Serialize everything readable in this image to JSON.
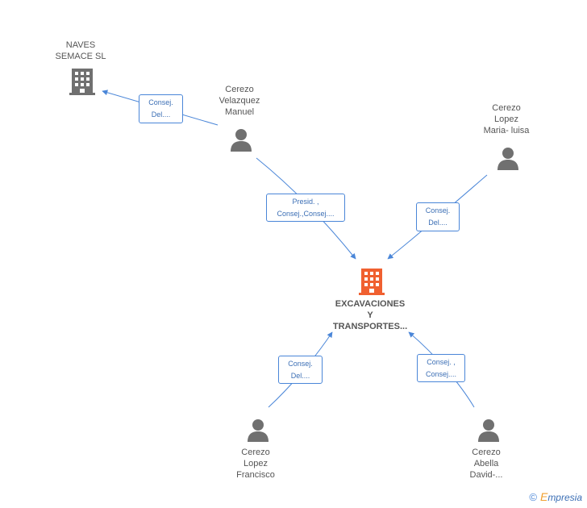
{
  "nodes": {
    "main": {
      "lines": [
        "EXCAVACIONES",
        "Y",
        "TRANSPORTES..."
      ],
      "color": "#f06030"
    },
    "naves": {
      "lines": [
        "NAVES",
        "SEMACE SL"
      ],
      "color": "#707070"
    },
    "manuel": {
      "lines": [
        "Cerezo",
        "Velazquez",
        "Manuel"
      ]
    },
    "maria": {
      "lines": [
        "Cerezo",
        "Lopez",
        "Maria- luisa"
      ]
    },
    "francisco": {
      "lines": [
        "Cerezo",
        "Lopez",
        "Francisco"
      ]
    },
    "david": {
      "lines": [
        "Cerezo",
        "Abella",
        "David-..."
      ]
    }
  },
  "edges": {
    "manuel_naves": [
      "Consej.",
      "Del...."
    ],
    "manuel_main": [
      "Presid. ,",
      "Consej.,Consej...."
    ],
    "maria_main": [
      "Consej.",
      "Del...."
    ],
    "francisco_main": [
      "Consej.",
      "Del...."
    ],
    "david_main": [
      "Consej. ,",
      "Consej...."
    ]
  },
  "footer": {
    "copyright": "©",
    "brand_initial": "E",
    "brand_rest": "mpresia"
  },
  "colors": {
    "edge": "#4a86d8",
    "person": "#707070",
    "company_main": "#f06030",
    "company_other": "#707070"
  }
}
